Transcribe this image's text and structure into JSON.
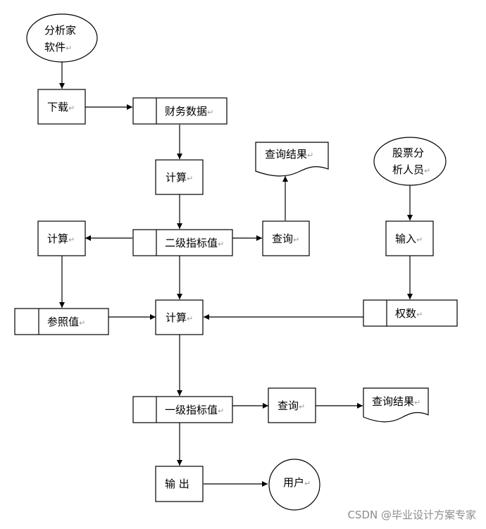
{
  "return_mark": "↵",
  "watermark": "CSDN @毕业设计方案专家",
  "nodes": {
    "analyst_software": {
      "line1": "分析家",
      "line2": "软件"
    },
    "download": "下载",
    "financial_data": "财务数据",
    "compute1": "计算",
    "query_result_top": "查询结果",
    "stock_analyst": {
      "line1": "股票分",
      "line2": "析人员"
    },
    "compute_left": "计算",
    "secondary_index": "二级指标值",
    "query_top": "查询",
    "input": "输入",
    "reference": "参照值",
    "compute_center": "计算",
    "weights": "权数",
    "primary_index": "一级指标值",
    "query_bottom": "查询",
    "query_result_bottom": "查询结果",
    "output": "输 出",
    "user": "用户"
  }
}
